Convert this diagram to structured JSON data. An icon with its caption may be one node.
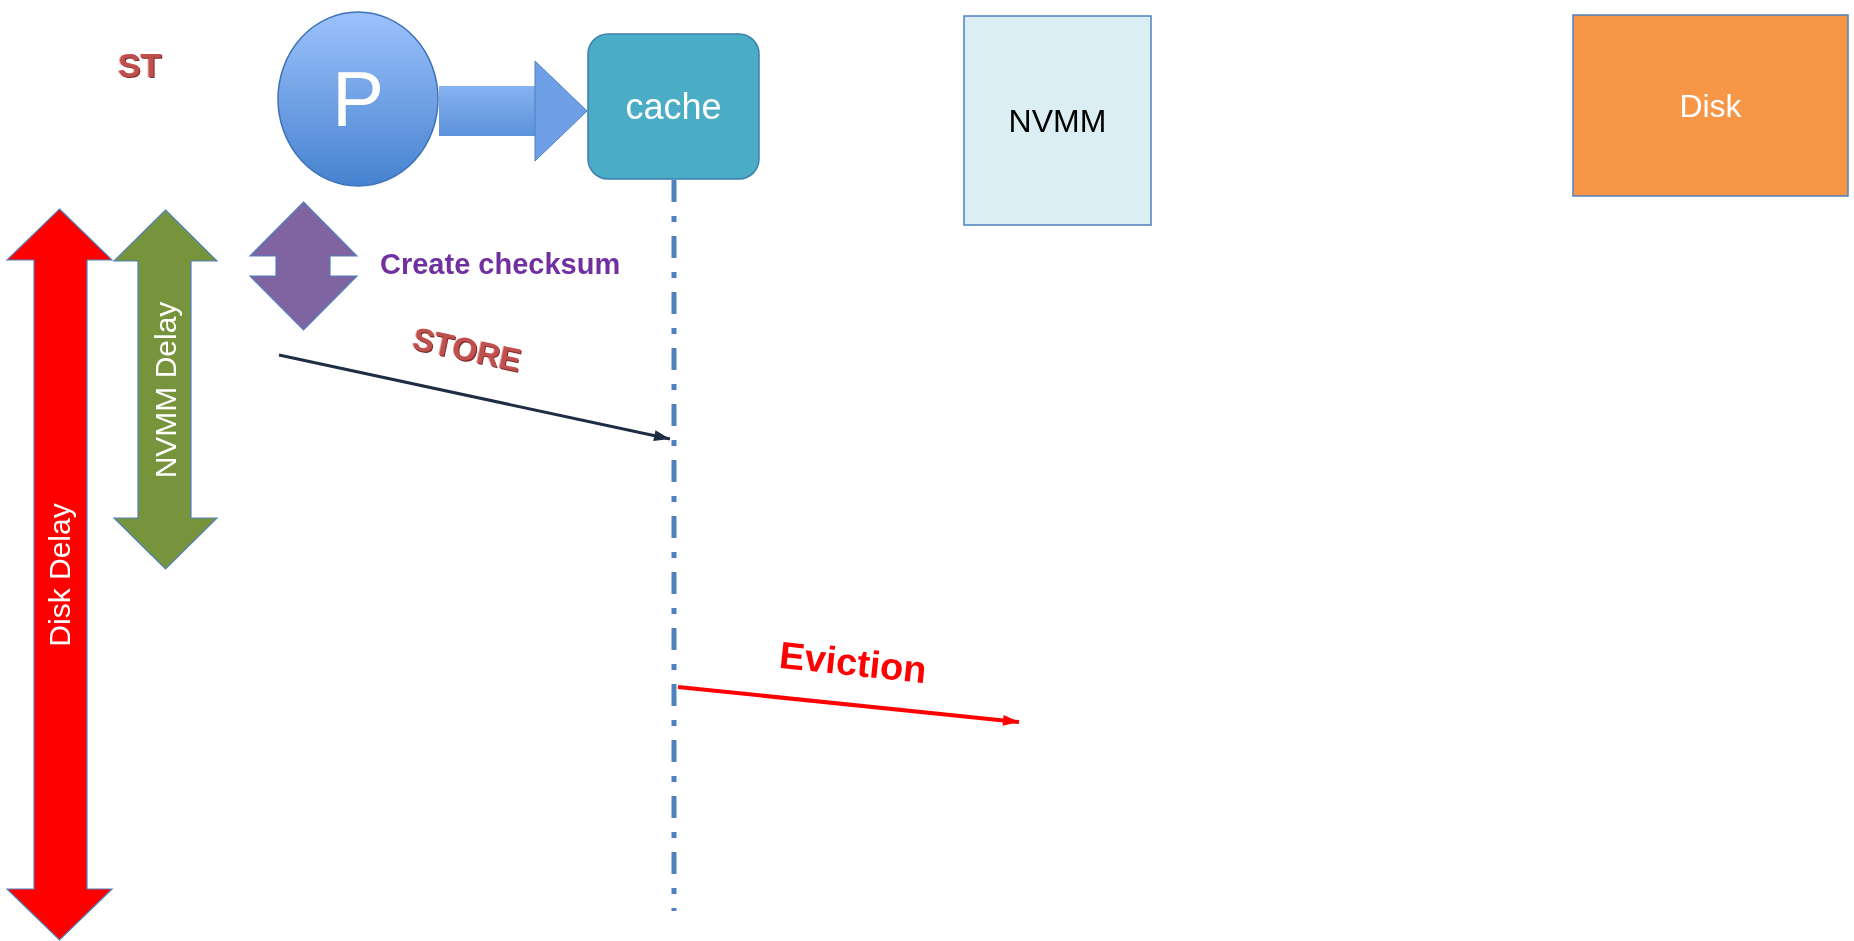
{
  "diagram": {
    "nodes": [
      {
        "text": [
          "P"
        ]
      },
      {
        "text": [
          "cache"
        ]
      },
      {
        "text": [
          "NVMM"
        ]
      },
      {
        "text": [
          "Disk"
        ]
      },
      {
        "text": [
          "Disk Delay"
        ]
      },
      {
        "text": [
          "NVMM Delay"
        ]
      },
      {
        "text": [],
        "shape": "arrow",
        "beside": [
          "Create checksum"
        ]
      },
      {
        "text": [],
        "shape": "bar"
      }
    ],
    "edges": [
      {
        "from": 0,
        "to": 1,
        "arrow": "to",
        "style": "thick"
      },
      {
        "from": null,
        "to": 7,
        "arrow": "to",
        "label": "STORE",
        "color": "#1f2d44"
      },
      {
        "from": 7,
        "to": null,
        "arrow": "to",
        "label": "Eviction",
        "color": "#ff0000"
      }
    ],
    "labels": [
      "ST"
    ]
  }
}
